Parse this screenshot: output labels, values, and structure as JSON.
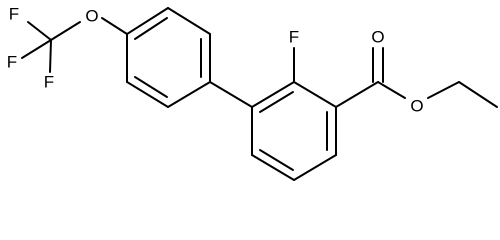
{
  "molecule": {
    "atoms": {
      "f_top": "F",
      "f_left": "F",
      "f_bottom": "F",
      "o_ether": "O",
      "f_ring": "F",
      "o_carbonyl": "O",
      "o_ester": "O"
    }
  },
  "colors": {
    "bond": "#000000",
    "text": "#000000",
    "background": "#ffffff"
  }
}
